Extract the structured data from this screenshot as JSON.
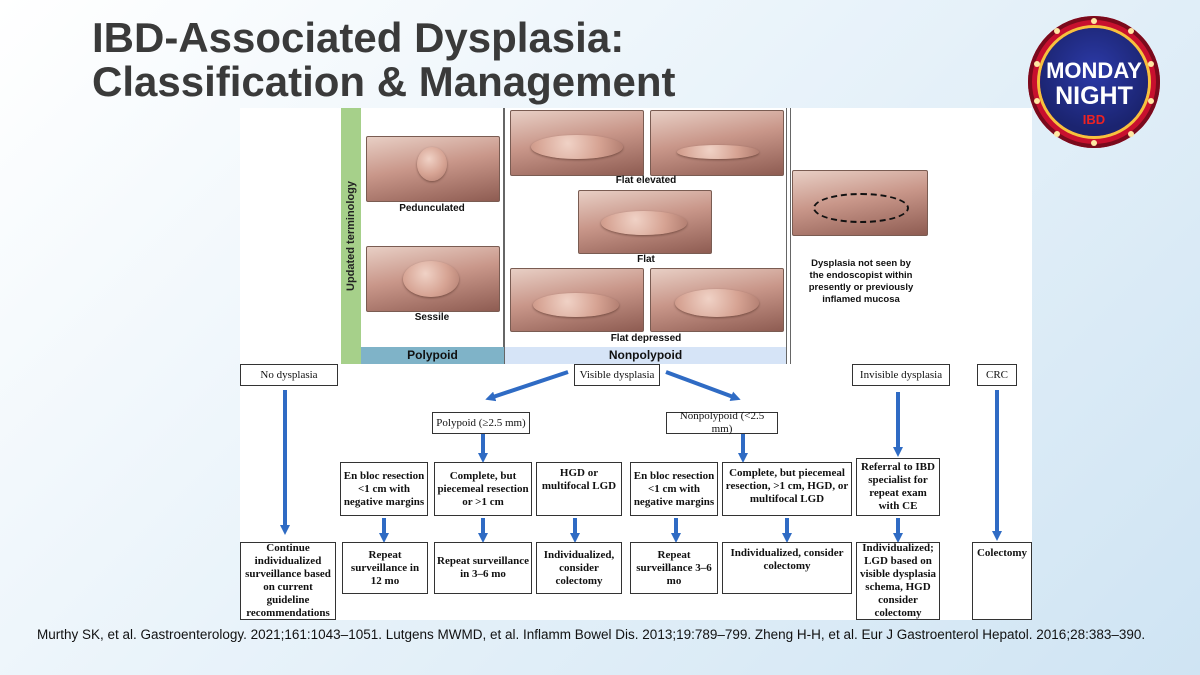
{
  "slide": {
    "title_line1": "IBD-Associated Dysplasia:",
    "title_line2": "Classification & Management"
  },
  "logo": {
    "word1": "MONDAY",
    "word2": "NIGHT",
    "word3": "IBD"
  },
  "figure": {
    "vertical_label": "Updated terminology",
    "labels": {
      "pedunculated": "Pedunculated",
      "sessile": "Sessile",
      "flat_elevated": "Flat elevated",
      "flat": "Flat",
      "flat_depressed": "Flat depressed",
      "invisible": "Dysplasia not seen by the endoscopist within presently or previously inflamed mucosa"
    },
    "categories": {
      "polypoid": "Polypoid",
      "nonpolypoid": "Nonpolypoid"
    }
  },
  "flowchart": {
    "no_dysplasia": "No dysplasia",
    "visible_dysplasia": "Visible dysplasia",
    "invisible_dysplasia": "Invisible dysplasia",
    "crc": "CRC",
    "polypoid_branch": "Polypoid (≥2.5 mm)",
    "nonpolypoid_branch": "Nonpolypoid (<2.5 mm)",
    "pol_en_bloc": "En bloc resection <1 cm with negative margins",
    "pol_piecemeal": "Complete, but piecemeal resection or >1 cm",
    "pol_hgd": "HGD or multifocal LGD",
    "non_en_bloc": "En bloc resection <1 cm with negative margins",
    "non_piecemeal": "Complete, but piecemeal resection, >1 cm, HGD, or multifocal LGD",
    "referral": "Referral to IBD specialist for repeat exam with CE",
    "continue_surveillance": "Continue individualized surveillance based on current guideline recommendations",
    "repeat_12": "Repeat surveillance in 12 mo",
    "repeat_3_6a": "Repeat surveillance in 3–6 mo",
    "individualized_colectomy_a": "Individualized, consider colectomy",
    "repeat_3_6b": "Repeat surveillance 3–6 mo",
    "individualized_colectomy_b": "Individualized, consider colectomy",
    "individualized_lgd": "Individualized; LGD based on visible dysplasia schema, HGD consider colectomy",
    "colectomy": "Colectomy"
  },
  "citation": "Murthy SK, et al. Gastroenterology. 2021;161:1043–1051.  Lutgens MWMD, et al. Inflamm Bowel Dis. 2013;19:789–799. Zheng H-H, et al. Eur J Gastroenterol Hepatol. 2016;28:383–390.",
  "colors": {
    "title": "#3a3a3a",
    "arrow_blue": "#2f6bc4",
    "polypoid_bar": "#7fb3c8",
    "nonpolypoid_bar": "#d6e4f7",
    "terminology_strip": "#a6d08a",
    "logo_red": "#c8102e",
    "logo_blue": "#1b2470"
  }
}
